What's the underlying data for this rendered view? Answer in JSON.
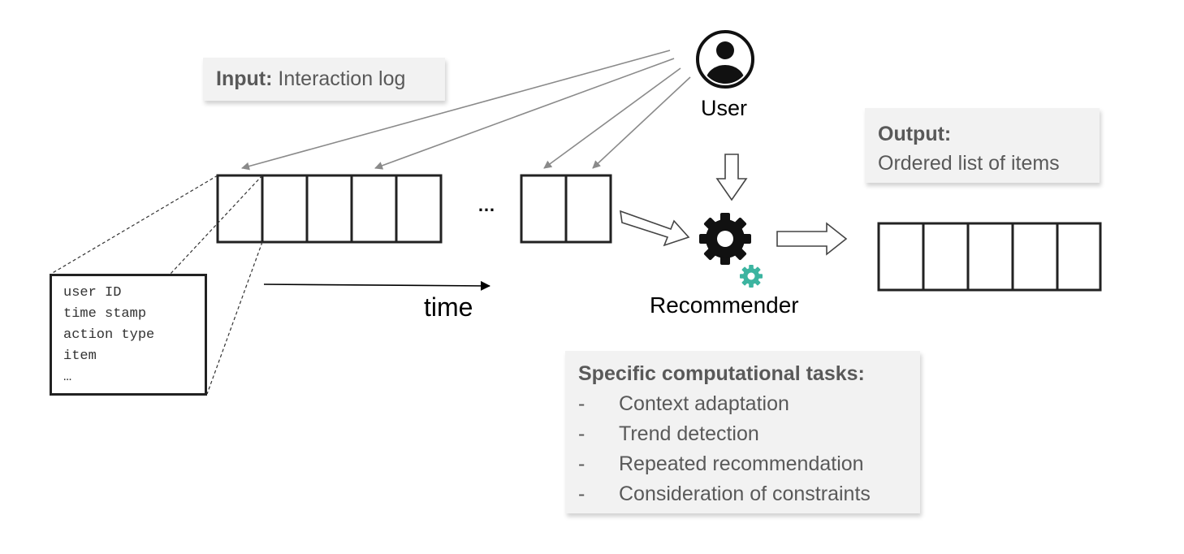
{
  "input": {
    "bold": "Input:",
    "text": " Interaction log"
  },
  "output": {
    "title": "Output:",
    "text": "Ordered list of items"
  },
  "user": {
    "label": "User"
  },
  "recommender": {
    "label": "Recommender"
  },
  "time": {
    "label": "time"
  },
  "ellipsis": "…",
  "record_fields": [
    "user ID",
    "time stamp",
    "action type",
    "item",
    "…"
  ],
  "tasks": {
    "title": "Specific computational tasks:",
    "items": [
      {
        "dash": "-",
        "text": "Context adaptation"
      },
      {
        "dash": "-",
        "text": "Trend detection"
      },
      {
        "dash": "-",
        "text": "Repeated recommendation"
      },
      {
        "dash": "-",
        "text": "Consideration of constraints"
      }
    ]
  },
  "colors": {
    "callout_bg": "#f2f2f2",
    "callout_text": "#595959",
    "gear_small": "#3cb4a0",
    "arrow": "#7f7f7f"
  },
  "icons": [
    "user-avatar-icon",
    "gear-icon",
    "small-gear-icon"
  ]
}
